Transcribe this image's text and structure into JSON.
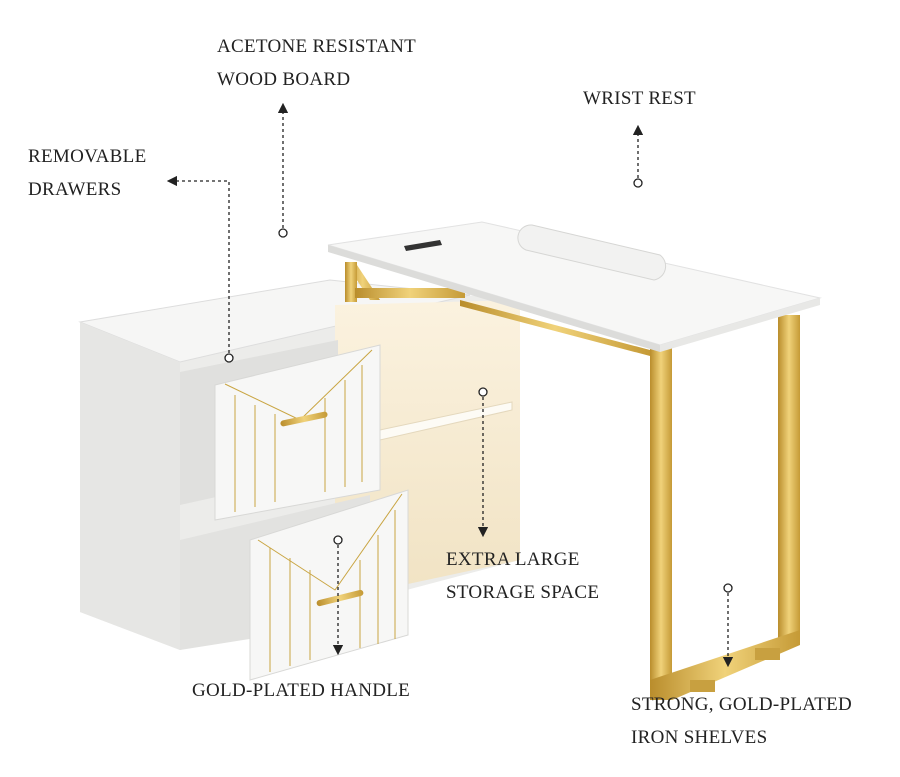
{
  "callouts": {
    "wood_board": {
      "line1": "ACETONE RESISTANT",
      "line2": "WOOD BOARD"
    },
    "wrist_rest": {
      "line1": "WRIST REST"
    },
    "drawers": {
      "line1": "REMOVABLE",
      "line2": "DRAWERS"
    },
    "storage": {
      "line1": "EXTRA LARGE",
      "line2": "STORAGE SPACE"
    },
    "handle": {
      "line1": "GOLD-PLATED HANDLE"
    },
    "frame": {
      "line1": "STRONG, GOLD-PLATED",
      "line2": "IRON SHELVES"
    }
  },
  "colors": {
    "gold": "#d9b24a",
    "white_board": "#f4f4f3",
    "glow": "#f6ead0",
    "text": "#222222"
  }
}
